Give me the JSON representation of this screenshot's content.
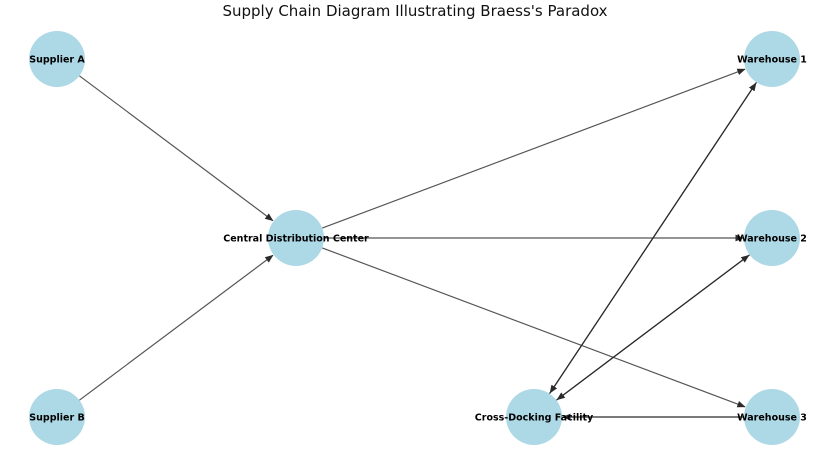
{
  "title": "Supply Chain Diagram Illustrating Braess's Paradox",
  "colors": {
    "node_fill": "#add8e6",
    "edge": "#555555",
    "edge_dark": "#2b2b2b",
    "text": "#000000"
  },
  "nodes": [
    {
      "id": "supplier_a",
      "label": "Supplier A"
    },
    {
      "id": "supplier_b",
      "label": "Supplier B"
    },
    {
      "id": "central",
      "label": "Central Distribution Center"
    },
    {
      "id": "warehouse_1",
      "label": "Warehouse 1"
    },
    {
      "id": "warehouse_2",
      "label": "Warehouse 2"
    },
    {
      "id": "warehouse_3",
      "label": "Warehouse 3"
    },
    {
      "id": "cross_dock",
      "label": "Cross-Docking Facility"
    }
  ],
  "edges": [
    {
      "from": "supplier_a",
      "to": "central"
    },
    {
      "from": "supplier_b",
      "to": "central"
    },
    {
      "from": "central",
      "to": "warehouse_1"
    },
    {
      "from": "central",
      "to": "warehouse_2"
    },
    {
      "from": "central",
      "to": "warehouse_3"
    },
    {
      "from": "cross_dock",
      "to": "warehouse_1"
    },
    {
      "from": "warehouse_1",
      "to": "cross_dock"
    },
    {
      "from": "cross_dock",
      "to": "warehouse_2"
    },
    {
      "from": "warehouse_2",
      "to": "cross_dock"
    },
    {
      "from": "warehouse_3",
      "to": "cross_dock"
    }
  ]
}
